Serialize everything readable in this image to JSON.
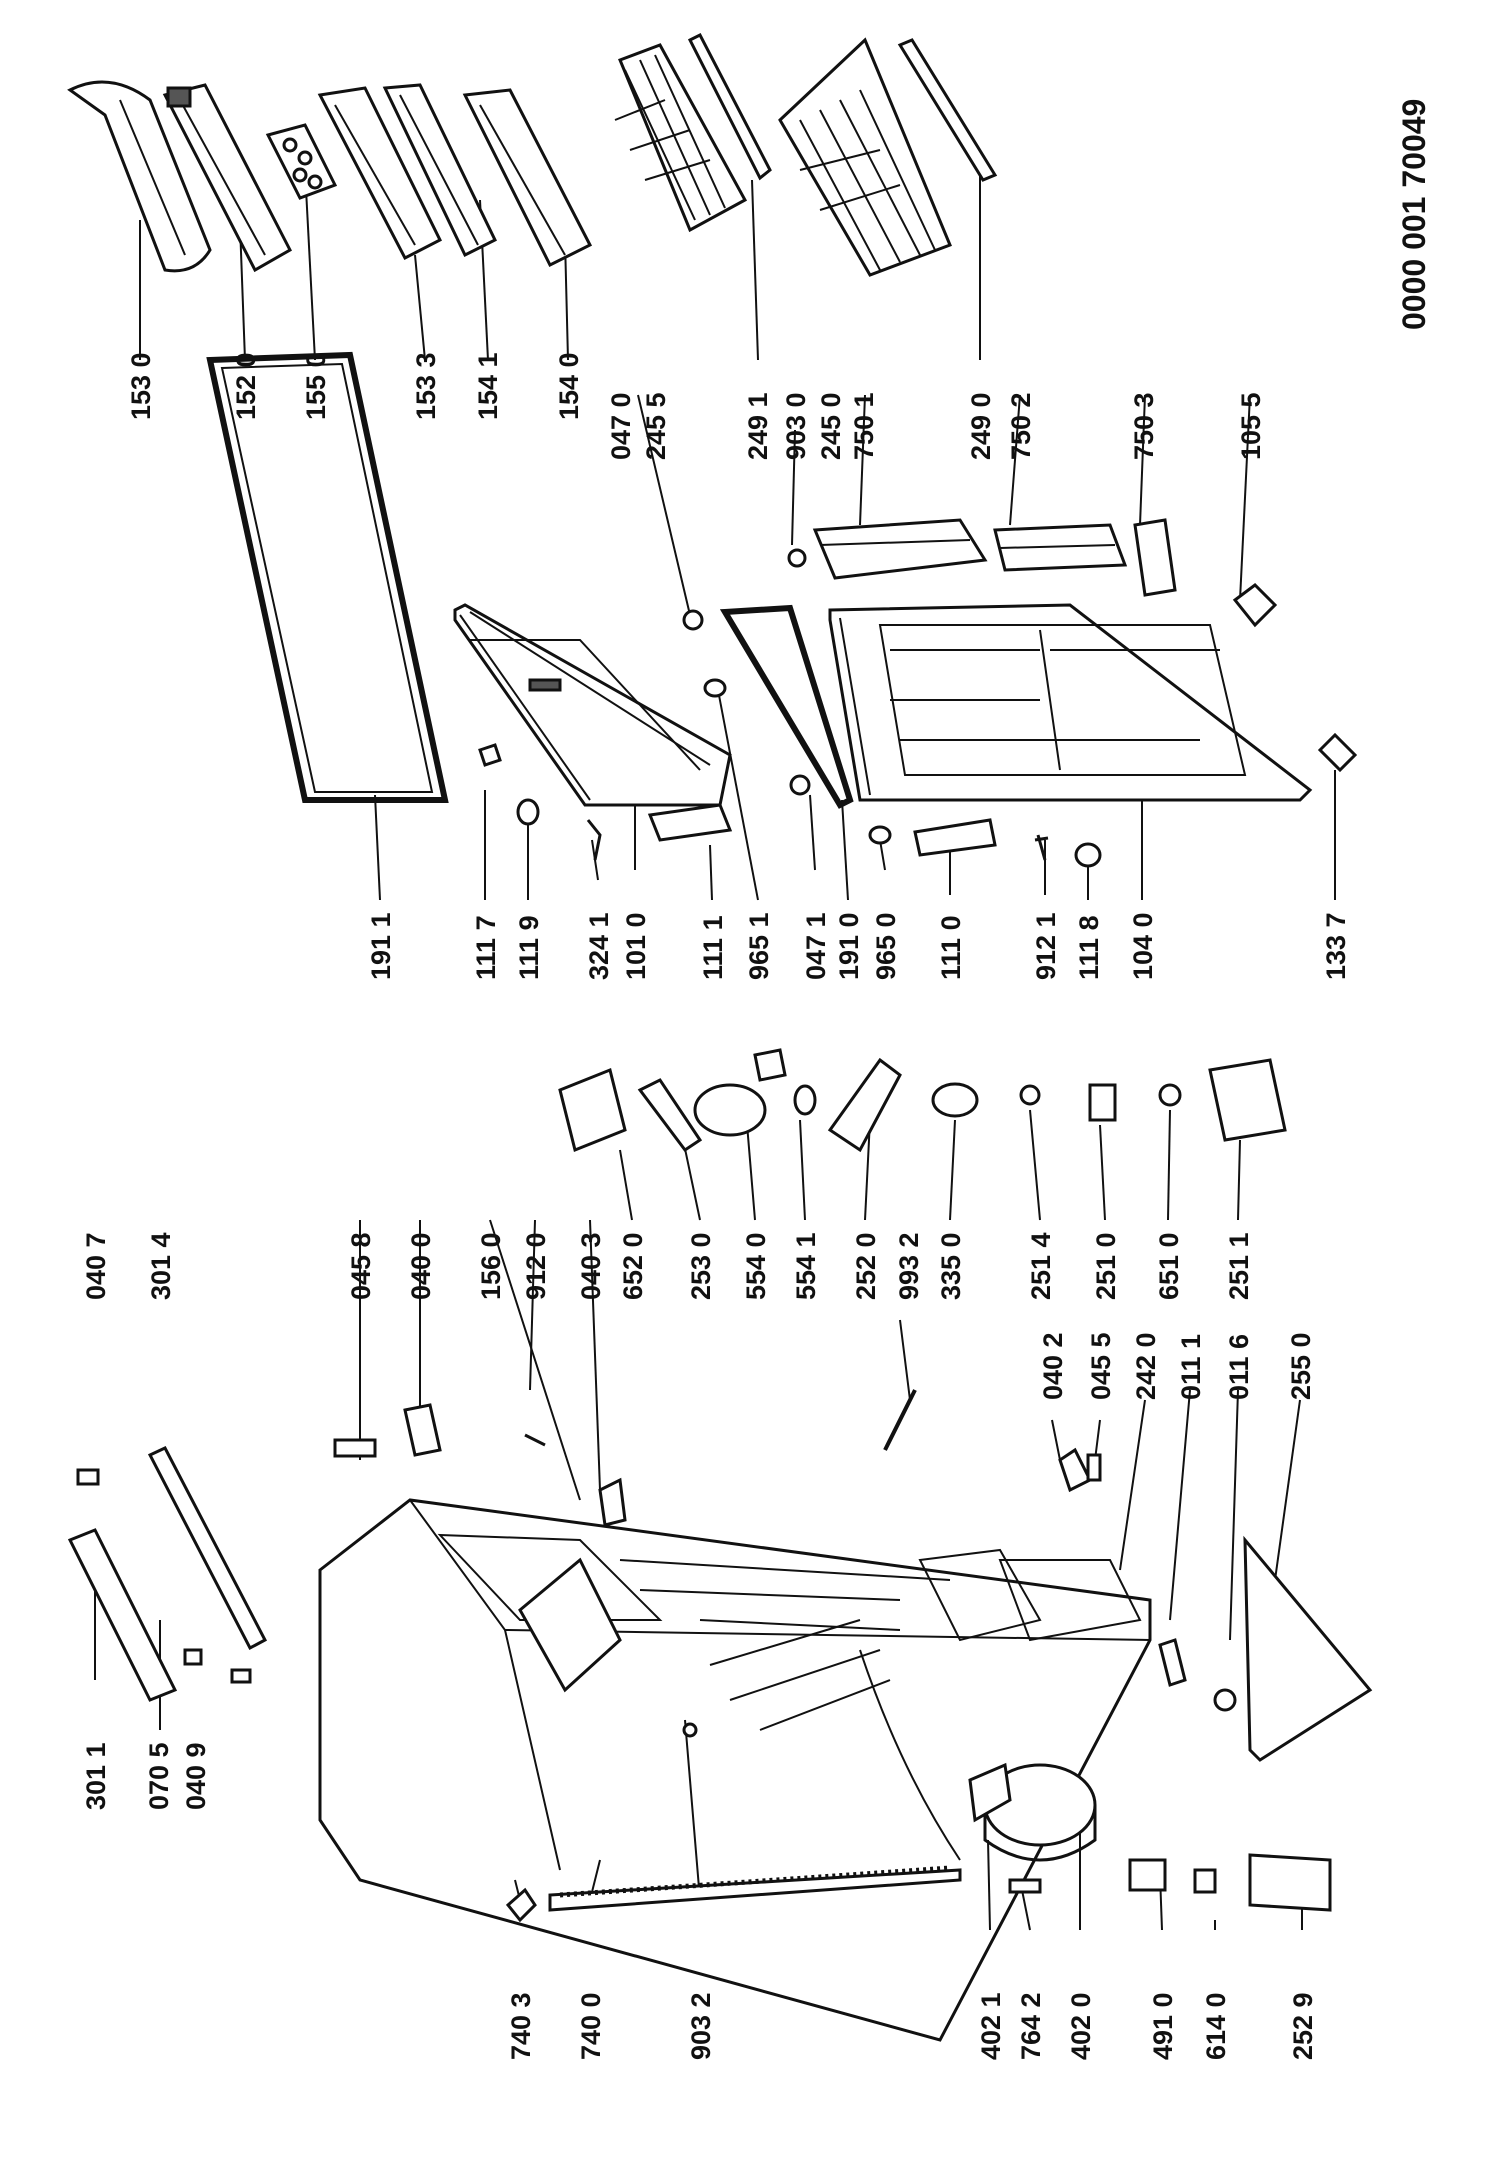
{
  "document": {
    "id": "0000 001 70049"
  },
  "labels": {
    "l1530": "153 0",
    "l1520": "152 0",
    "l1550": "155 0",
    "l1533": "153 3",
    "l1541": "154 1",
    "l1540": "154 0",
    "l0470": "047 0",
    "l2455": "245 5",
    "l2491": "249 1",
    "l9030": "903 0",
    "l2450": "245 0",
    "l7501": "750 1",
    "l2490": "249 0",
    "l7502": "750 2",
    "l7503": "750 3",
    "l1055": "105 5",
    "l1911": "191 1",
    "l1117": "111 7",
    "l1119": "111 9",
    "l3241": "324 1",
    "l1010": "101 0",
    "l1111": "111 1",
    "l9651": "965 1",
    "l0471": "047 1",
    "l1910": "191 0",
    "l9650": "965 0",
    "l1110": "111 0",
    "l9121": "912 1",
    "l1118": "111 8",
    "l1040": "104 0",
    "l1337": "133 7",
    "l0407": "040 7",
    "l3014": "301 4",
    "l0458": "045 8",
    "l0400": "040 0",
    "l1560": "156 0",
    "l9120": "912 0",
    "l0403": "040 3",
    "l6520": "652 0",
    "l2530": "253 0",
    "l5540": "554 0",
    "l5541": "554 1",
    "l2520": "252 0",
    "l9932": "993 2",
    "l3350": "335 0",
    "l2514": "251 4",
    "l2510": "251 0",
    "l6510": "651 0",
    "l2511": "251 1",
    "l0402": "040 2",
    "l0455": "045 5",
    "l2420": "242 0",
    "l0111": "011 1",
    "l0116": "011 6",
    "l2550": "255 0",
    "l3011": "301 1",
    "l0705": "070 5",
    "l0409": "040 9",
    "l7403": "740 3",
    "l7400": "740 0",
    "l9032": "903 2",
    "l4021": "402 1",
    "l7642": "764 2",
    "l4020": "402 0",
    "l4910": "491 0",
    "l6140": "614 0",
    "l2529": "252 9"
  }
}
